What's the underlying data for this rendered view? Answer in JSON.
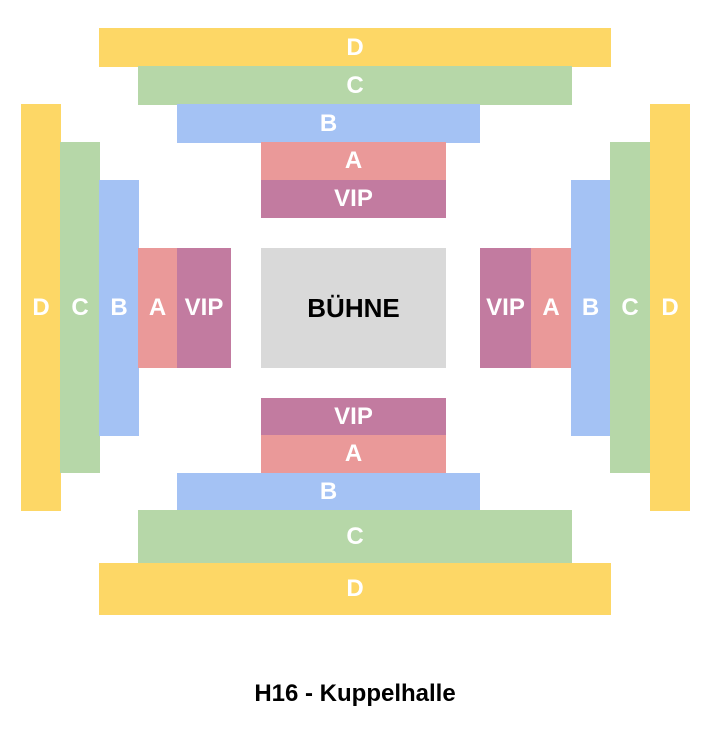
{
  "title": "H16 - Kuppelhalle",
  "stage": "BÜHNE",
  "sections": {
    "D": "D",
    "C": "C",
    "B": "B",
    "A": "A",
    "VIP": "VIP"
  },
  "colors": {
    "D": "#FDD766",
    "C": "#B6D7A8",
    "B": "#A4C2F4",
    "A": "#EA9999",
    "VIP": "#C27BA0",
    "stage": "#D9D9D9"
  }
}
